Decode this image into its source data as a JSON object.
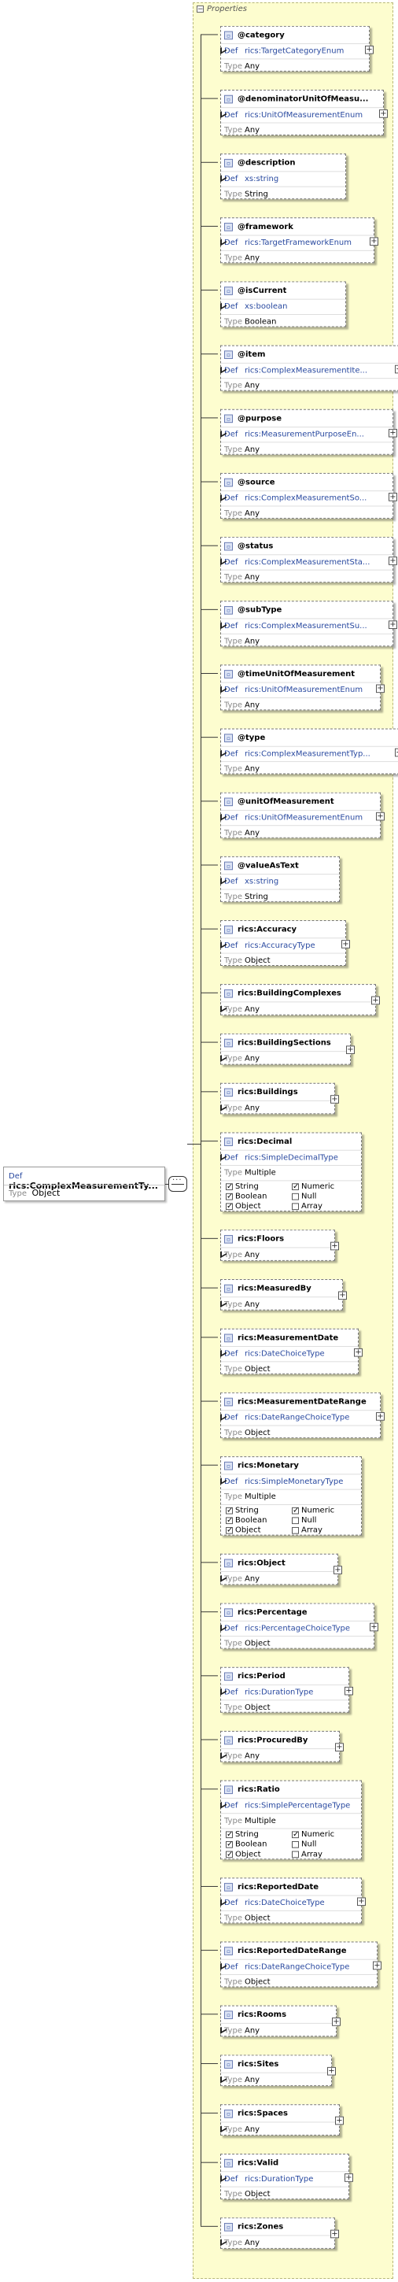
{
  "properties_title": "Properties",
  "root": {
    "def_label": "Def",
    "def_value": "rics:ComplexMeasurementTy...",
    "type_label": "Type",
    "type_value": "Object"
  },
  "nodes": [
    {
      "name": "@category",
      "def": "rics:TargetCategoryEnum",
      "type": "Any",
      "expand": true
    },
    {
      "name": "@denominatorUnitOfMeasu...",
      "def": "rics:UnitOfMeasurementEnum",
      "type": "Any",
      "expand": true
    },
    {
      "name": "@description",
      "def": "xs:string",
      "type": "String",
      "expand": false
    },
    {
      "name": "@framework",
      "def": "rics:TargetFrameworkEnum",
      "type": "Any",
      "expand": true
    },
    {
      "name": "@isCurrent",
      "def": "xs:boolean",
      "type": "Boolean",
      "expand": false
    },
    {
      "name": "@item",
      "def": "rics:ComplexMeasurementIte...",
      "type": "Any",
      "expand": true
    },
    {
      "name": "@purpose",
      "def": "rics:MeasurementPurposeEn...",
      "type": "Any",
      "expand": true
    },
    {
      "name": "@source",
      "def": "rics:ComplexMeasurementSo...",
      "type": "Any",
      "expand": true
    },
    {
      "name": "@status",
      "def": "rics:ComplexMeasurementSta...",
      "type": "Any",
      "expand": true
    },
    {
      "name": "@subType",
      "def": "rics:ComplexMeasurementSu...",
      "type": "Any",
      "expand": true
    },
    {
      "name": "@timeUnitOfMeasurement",
      "def": "rics:UnitOfMeasurementEnum",
      "type": "Any",
      "expand": true
    },
    {
      "name": "@type",
      "def": "rics:ComplexMeasurementTyp...",
      "type": "Any",
      "expand": true
    },
    {
      "name": "@unitOfMeasurement",
      "def": "rics:UnitOfMeasurementEnum",
      "type": "Any",
      "expand": true
    },
    {
      "name": "@valueAsText",
      "def": "xs:string",
      "type": "String",
      "expand": false
    },
    {
      "name": "rics:Accuracy",
      "def": "rics:AccuracyType",
      "type": "Object",
      "expand": true
    },
    {
      "name": "rics:BuildingComplexes",
      "def": "",
      "type": "Any",
      "expand": true
    },
    {
      "name": "rics:BuildingSections",
      "def": "",
      "type": "Any",
      "expand": true
    },
    {
      "name": "rics:Buildings",
      "def": "",
      "type": "Any",
      "expand": true
    },
    {
      "name": "rics:Decimal",
      "def": "rics:SimpleDecimalType",
      "type": "Multiple",
      "expand": false,
      "checks": [
        {
          "label": "String",
          "on": true
        },
        {
          "label": "Numeric",
          "on": true
        },
        {
          "label": "Boolean",
          "on": true
        },
        {
          "label": "Null",
          "on": false
        },
        {
          "label": "Object",
          "on": true
        },
        {
          "label": "Array",
          "on": false
        }
      ]
    },
    {
      "name": "rics:Floors",
      "def": "",
      "type": "Any",
      "expand": true
    },
    {
      "name": "rics:MeasuredBy",
      "def": "",
      "type": "Any",
      "expand": true
    },
    {
      "name": "rics:MeasurementDate",
      "def": "rics:DateChoiceType",
      "type": "Object",
      "expand": true
    },
    {
      "name": "rics:MeasurementDateRange",
      "def": "rics:DateRangeChoiceType",
      "type": "Object",
      "expand": true
    },
    {
      "name": "rics:Monetary",
      "def": "rics:SimpleMonetaryType",
      "type": "Multiple",
      "expand": false,
      "checks": [
        {
          "label": "String",
          "on": true
        },
        {
          "label": "Numeric",
          "on": true
        },
        {
          "label": "Boolean",
          "on": true
        },
        {
          "label": "Null",
          "on": false
        },
        {
          "label": "Object",
          "on": true
        },
        {
          "label": "Array",
          "on": false
        }
      ]
    },
    {
      "name": "rics:Object",
      "def": "",
      "type": "Any",
      "expand": true
    },
    {
      "name": "rics:Percentage",
      "def": "rics:PercentageChoiceType",
      "type": "Object",
      "expand": true
    },
    {
      "name": "rics:Period",
      "def": "rics:DurationType",
      "type": "Object",
      "expand": true
    },
    {
      "name": "rics:ProcuredBy",
      "def": "",
      "type": "Any",
      "expand": true
    },
    {
      "name": "rics:Ratio",
      "def": "rics:SimplePercentageType",
      "type": "Multiple",
      "expand": false,
      "checks": [
        {
          "label": "String",
          "on": true
        },
        {
          "label": "Numeric",
          "on": true
        },
        {
          "label": "Boolean",
          "on": true
        },
        {
          "label": "Null",
          "on": false
        },
        {
          "label": "Object",
          "on": true
        },
        {
          "label": "Array",
          "on": false
        }
      ]
    },
    {
      "name": "rics:ReportedDate",
      "def": "rics:DateChoiceType",
      "type": "Object",
      "expand": true
    },
    {
      "name": "rics:ReportedDateRange",
      "def": "rics:DateRangeChoiceType",
      "type": "Object",
      "expand": true
    },
    {
      "name": "rics:Rooms",
      "def": "",
      "type": "Any",
      "expand": true
    },
    {
      "name": "rics:Sites",
      "def": "",
      "type": "Any",
      "expand": true
    },
    {
      "name": "rics:Spaces",
      "def": "",
      "type": "Any",
      "expand": true
    },
    {
      "name": "rics:Valid",
      "def": "rics:DurationType",
      "type": "Object",
      "expand": true
    },
    {
      "name": "rics:Zones",
      "def": "",
      "type": "Any",
      "expand": true
    }
  ],
  "labels": {
    "def": "Def",
    "type": "Type"
  }
}
